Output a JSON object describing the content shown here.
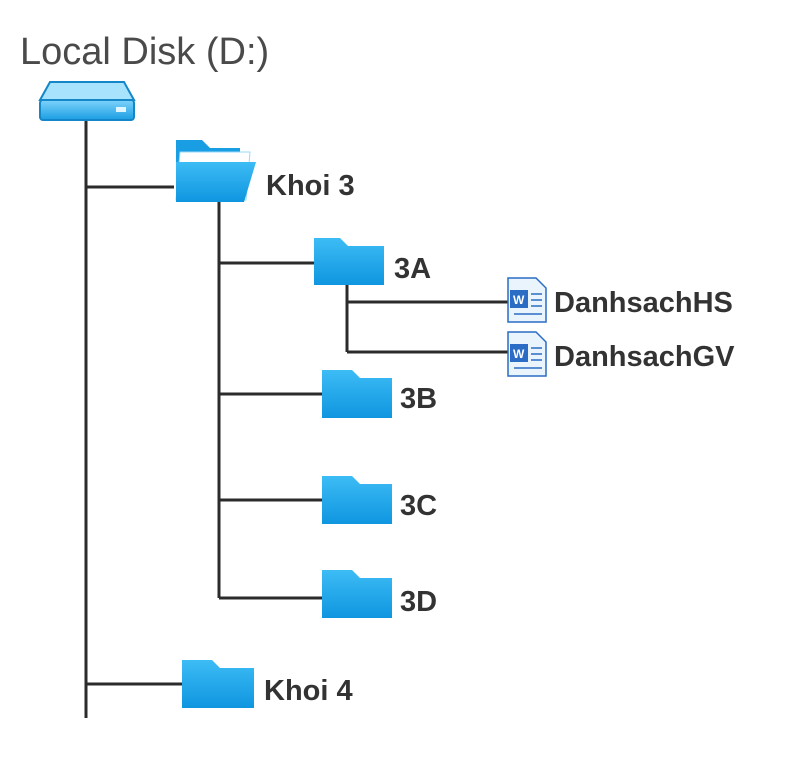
{
  "root": {
    "label": "Local Disk (D:)",
    "icon": "hard-drive-icon"
  },
  "folders": {
    "khoi3": {
      "label": "Khoi 3",
      "icon": "open-folder-icon"
    },
    "3a": {
      "label": "3A",
      "icon": "folder-icon"
    },
    "3b": {
      "label": "3B",
      "icon": "folder-icon"
    },
    "3c": {
      "label": "3C",
      "icon": "folder-icon"
    },
    "3d": {
      "label": "3D",
      "icon": "folder-icon"
    },
    "khoi4": {
      "label": "Khoi 4",
      "icon": "folder-icon"
    }
  },
  "files": {
    "hs": {
      "label": "DanhsachHS",
      "icon": "word-document-icon"
    },
    "gv": {
      "label": "DanhsachGV",
      "icon": "word-document-icon"
    }
  },
  "colors": {
    "folder": "#1aa3e8",
    "folder_dark": "#0e86c9",
    "line": "#2b2b2b",
    "word_blue": "#2b6cc4"
  }
}
